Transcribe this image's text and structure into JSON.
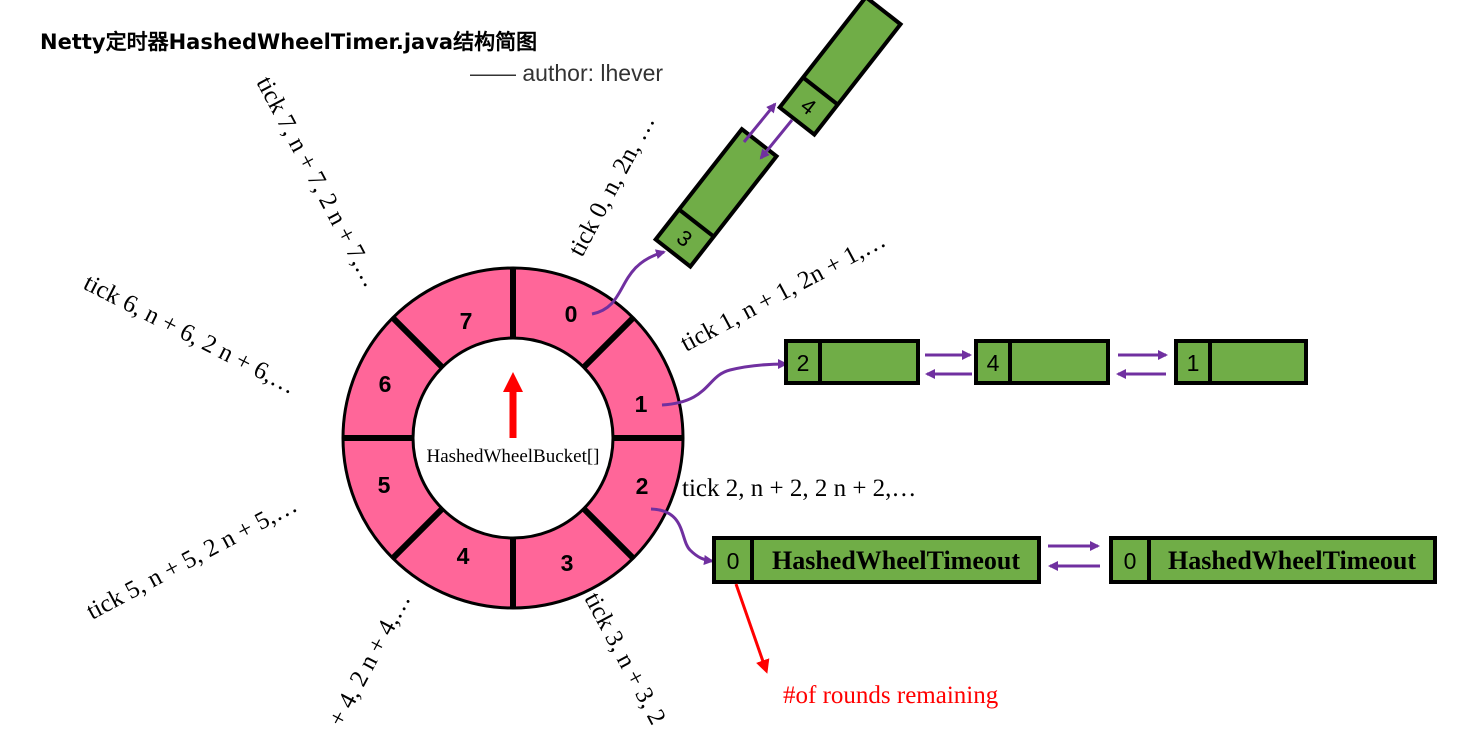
{
  "title": "Netty定时器HashedWheelTimer.java结构简图",
  "author": "——  author: lhever",
  "wheel": {
    "center_label": "HashedWheelBucket[]",
    "slots": [
      "0",
      "1",
      "2",
      "3",
      "4",
      "5",
      "6",
      "7"
    ],
    "fill_color": "#ff6699",
    "node_color": "#70ad47",
    "link_color": "#7030a0",
    "pointer_color": "#ff0000"
  },
  "tick_labels": {
    "tick0": "tick 0,  n,  2n, …",
    "tick1": "tick 1, n + 1,  2n + 1,…",
    "tick2": "tick 2, n + 2, 2 n + 2,…",
    "tick3": "tick 3, n + 3, 2",
    "tick4": "+ 4, 2 n + 4,…",
    "tick5": "tick 5, n + 5, 2 n + 5,…",
    "tick6": "tick 6, n + 6, 2 n + 6,…",
    "tick7": "tick 7, n + 7, 2 n + 7,…"
  },
  "bucket0_nodes": [
    "3",
    "4"
  ],
  "bucket1_nodes": [
    "2",
    "4",
    "1"
  ],
  "bucket2_nodes": [
    {
      "rounds": "0",
      "label": "HashedWheelTimeout"
    },
    {
      "rounds": "0",
      "label": "HashedWheelTimeout"
    }
  ],
  "rounds_annotation": "#of rounds remaining"
}
